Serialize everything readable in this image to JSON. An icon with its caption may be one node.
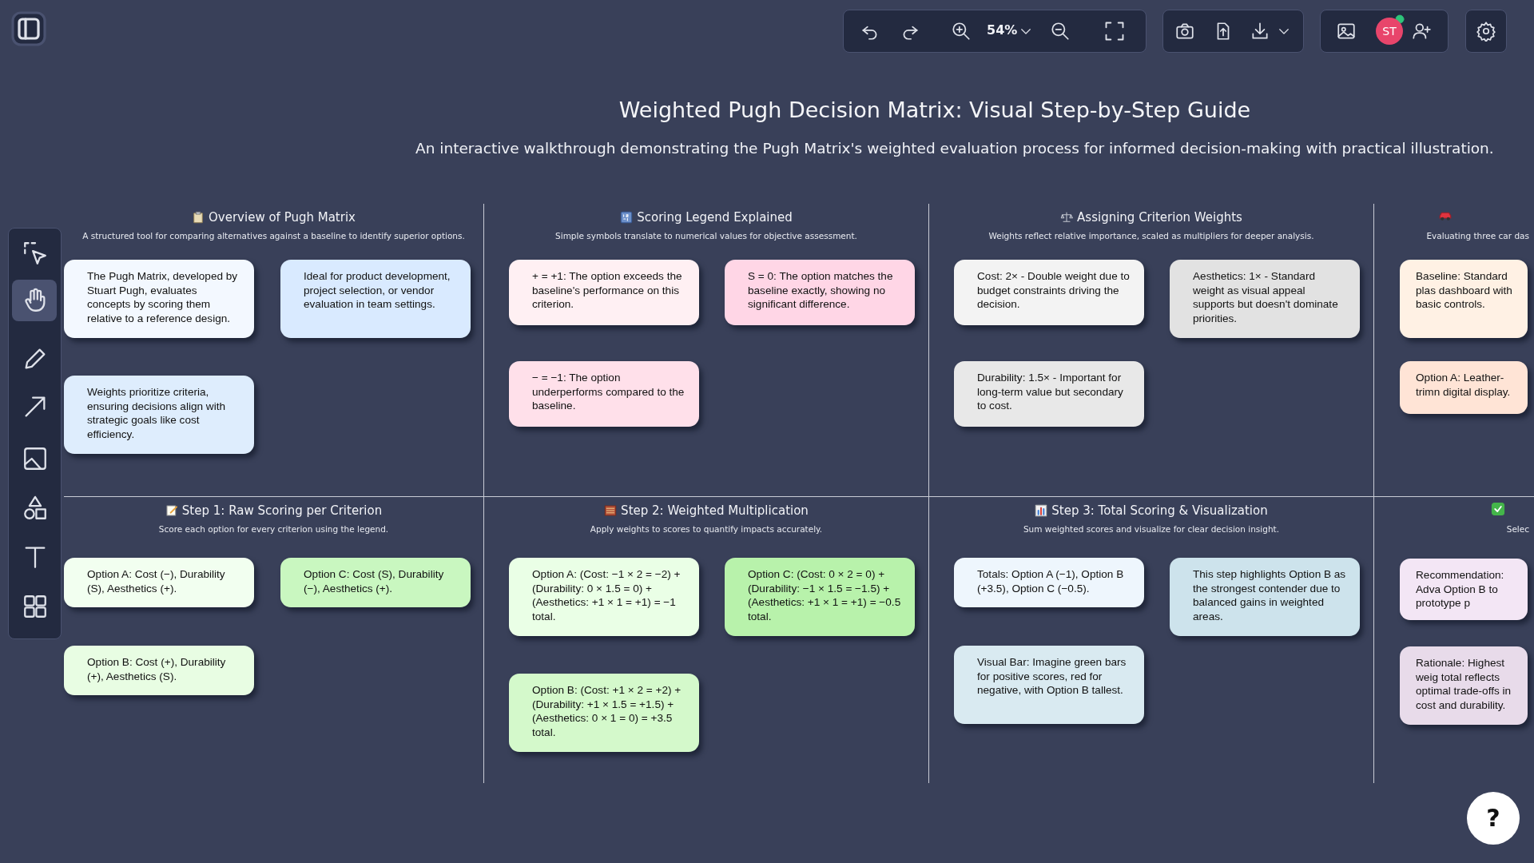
{
  "diagram": {
    "title": "Weighted Pugh Decision Matrix: Visual Step-by-Step Guide",
    "nodes": [
      {
        "text": [
          "Overview of Pugh Matrix",
          "A structured tool for comparing alternatives against a baseline to identify superior options."
        ]
      },
      {
        "text": [
          "The Pugh Matrix, developed by Stuart Pugh, evaluates concepts by scoring them relative to a reference design."
        ],
        "in": 0
      },
      {
        "text": [
          "Ideal for product development, project selection, or vendor evaluation in team settings."
        ],
        "in": 0
      },
      {
        "text": [
          "Weights prioritize criteria, ensuring decisions align with strategic goals like cost efficiency."
        ],
        "in": 0
      },
      {
        "text": [
          "Scoring Legend Explained",
          "Simple symbols translate to numerical values for objective assessment."
        ]
      },
      {
        "text": [
          "+ = +1: The option exceeds the baseline's performance on this criterion."
        ],
        "in": 4
      },
      {
        "text": [
          "S = 0: The option matches the baseline exactly, showing no significant difference."
        ],
        "in": 4
      },
      {
        "text": [
          "− = −1: The option underperforms compared to the baseline."
        ],
        "in": 4
      },
      {
        "text": [
          "Assigning Criterion Weights",
          "Weights reflect relative importance, scaled as multipliers for deeper analysis."
        ]
      },
      {
        "text": [
          "Cost: 2× - Double weight due to budget constraints driving the decision."
        ],
        "in": 8
      },
      {
        "text": [
          "Aesthetics: 1× - Standard weight as visual appeal supports but doesn't dominate priorities."
        ],
        "in": 8
      },
      {
        "text": [
          "Durability: 1.5× - Important for long-term value but secondary to cost."
        ],
        "in": 8
      },
      {
        "text": [
          "Evaluating three car das"
        ]
      },
      {
        "text": [
          "Baseline: Standard plas dashboard with basic controls."
        ],
        "in": 12
      },
      {
        "text": [
          "Option A: Leather-trimn digital display."
        ],
        "in": 12
      },
      {
        "text": [
          "Step 1: Raw Scoring per Criterion",
          "Score each option for every criterion using the legend."
        ]
      },
      {
        "text": [
          "Option A: Cost (−), Durability (S), Aesthetics (+)."
        ],
        "in": 15
      },
      {
        "text": [
          "Option C: Cost (S), Durability (−), Aesthetics (+)."
        ],
        "in": 15
      },
      {
        "text": [
          "Option B: Cost (+), Durability (+), Aesthetics (S)."
        ],
        "in": 15
      },
      {
        "text": [
          "Step 2: Weighted Multiplication",
          "Apply weights to scores to quantify impacts accurately."
        ]
      },
      {
        "text": [
          "Option A: (Cost: −1 × 2 = −2) + (Durability: 0 × 1.5 = 0) + (Aesthetics: +1 × 1 = +1) = −1 total."
        ],
        "in": 19
      },
      {
        "text": [
          "Option C: (Cost: 0 × 2 = 0) + (Durability: −1 × 1.5 = −1.5) + (Aesthetics: +1 × 1 = +1) = −0.5 total."
        ],
        "in": 19
      },
      {
        "text": [
          "Option B: (Cost: +1 × 2 = +2) + (Durability: +1 × 1.5 = +1.5) + (Aesthetics: 0 × 1 = 0) = +3.5 total."
        ],
        "in": 19
      },
      {
        "text": [
          "Step 3: Total Scoring & Visualization",
          "Sum weighted scores and visualize for clear decision insight."
        ]
      },
      {
        "text": [
          "Totals: Option A (−1), Option B (+3.5), Option C (−0.5)."
        ],
        "in": 23
      },
      {
        "text": [
          "This step highlights Option B as the strongest contender due to balanced gains in weighted areas."
        ],
        "in": 23
      },
      {
        "text": [
          "Visual Bar: Imagine green bars for positive scores, red for negative, with Option B tallest."
        ],
        "in": 23
      },
      {
        "text": [
          "Selec"
        ]
      },
      {
        "text": [
          "Recommendation: Adva Option B to prototype p"
        ],
        "in": 27
      },
      {
        "text": [
          "Rationale: Highest weig total reflects optimal trade-offs in cost and durability."
        ],
        "in": 27
      }
    ],
    "labels": [
      "54%",
      "ST",
      "An interactive walkthrough demonstrating the Pugh Matrix's weighted evaluation process for informed decision-making with practical illustration.",
      "?"
    ]
  }
}
